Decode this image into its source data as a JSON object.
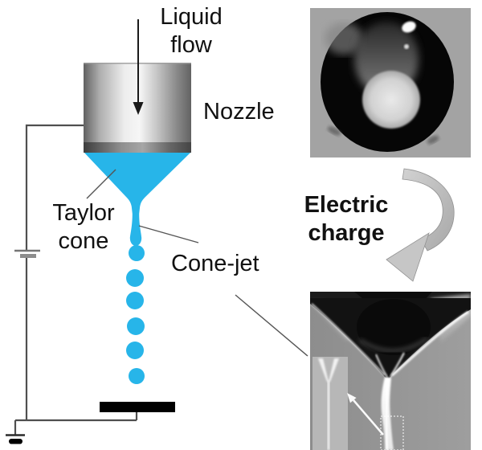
{
  "labels": {
    "liquid_flow": "Liquid flow",
    "nozzle": "Nozzle",
    "taylor_cone": "Taylor cone",
    "cone_jet": "Cone-jet",
    "electric_charge": "Electric charge"
  },
  "icons": {
    "flow_arrow": "down-arrow-icon",
    "battery": "battery-icon",
    "ground": "ground-icon",
    "charge_arrow": "curved-arrow-icon"
  },
  "colors": {
    "liquid": "#27b5e9",
    "wire": "#4f4f4f",
    "collector": "#000000",
    "text": "#111111",
    "photo_background": "#a3a3a3"
  }
}
